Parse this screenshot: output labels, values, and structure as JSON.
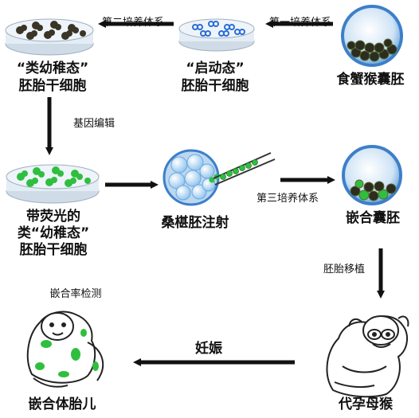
{
  "nodes": {
    "blastocyst_label": "食蟹猴囊胚",
    "startup_line1": "“启动态”",
    "startup_line2": "胚胎干细胞",
    "naive_line1": "“类幼稚态”",
    "naive_line2": "胚胎干细胞",
    "fluor_line1": "带荧光的",
    "fluor_line2": "类“幼稚态”",
    "fluor_line3": "胚胎干细胞",
    "morula_label": "桑椹胚注射",
    "chimera_blastocyst_label": "嵌合囊胚",
    "surrogate_label": "代孕母猴",
    "infant_label": "嵌合体胎儿"
  },
  "steps": {
    "culture1": "第一培养体系",
    "culture2": "第二培养体系",
    "gene_edit": "基因编辑",
    "culture3": "第三培养体系",
    "transfer": "胚胎移植",
    "pregnancy": "妊娠",
    "detection": "嵌合率检测"
  },
  "colors": {
    "arrow": "#111111",
    "dish": "#dfe9f2",
    "blue_cells": "#2b6ed6",
    "green_cells": "#2fbf3e",
    "dark_cells": "#2c2c20",
    "embryo_shell": "#3d7fc9"
  }
}
